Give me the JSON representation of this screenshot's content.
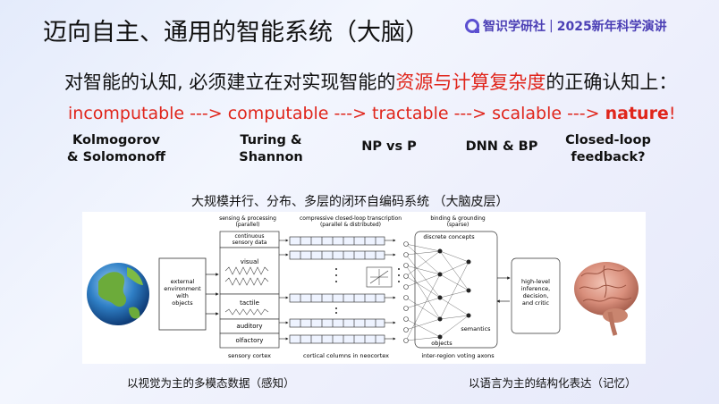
{
  "slide": {
    "title": "迈向自主、通用的智能系统（大脑）",
    "brand": {
      "name": "智识学研社",
      "separator": "|",
      "event": "2025新年科学演讲"
    },
    "subtitle": {
      "before": "对智能的认知, 必须建立在对实现智能的",
      "highlight": "资源与计算复杂度",
      "after": "的正确认知上："
    },
    "chain": {
      "text": "incomputable ---> computable ---> tractable ---> scalable ---> ",
      "strong": "nature",
      "end": "!"
    },
    "labels": [
      {
        "line1": "Kolmogorov",
        "line2": "& Solomonoff"
      },
      {
        "line1": "Turing &",
        "line2": "Shannon"
      },
      {
        "line1": "NP vs P",
        "line2": ""
      },
      {
        "line1": "DNN & BP",
        "line2": ""
      },
      {
        "line1": "Closed-loop",
        "line2": "feedback?"
      }
    ],
    "diagram_caption": "大规模并行、分布、多层的闭环自编码系统 （大脑皮层）",
    "caption_left": "以视觉为主的多模态数据（感知）",
    "caption_right": "以语言为主的结构化表达（记忆）"
  },
  "diagram": {
    "env_line1": "external",
    "env_line2": "environment",
    "env_line3": "with",
    "env_line4": "objects",
    "sensing_title1": "sensing & processing",
    "sensing_title2": "(parallel)",
    "continuous1": "continuous",
    "continuous2": "sensory data",
    "visual": "visual",
    "tactile": "tactile",
    "auditory": "auditory",
    "olfactory": "olfactory",
    "sensory_cortex": "sensory cortex",
    "transcription1": "compressive closed-loop transcription",
    "transcription2": "(parallel & distributed)",
    "cortical_columns": "cortical columns in neocortex",
    "binding1": "binding & grounding",
    "binding2": "(sparse)",
    "discrete_concepts": "discrete concepts",
    "objects": "objects",
    "semantics": "semantics",
    "voting": "inter-region voting axons",
    "highlevel1": "high-level",
    "highlevel2": "inference,",
    "highlevel3": "decision,",
    "highlevel4": "and critic"
  }
}
